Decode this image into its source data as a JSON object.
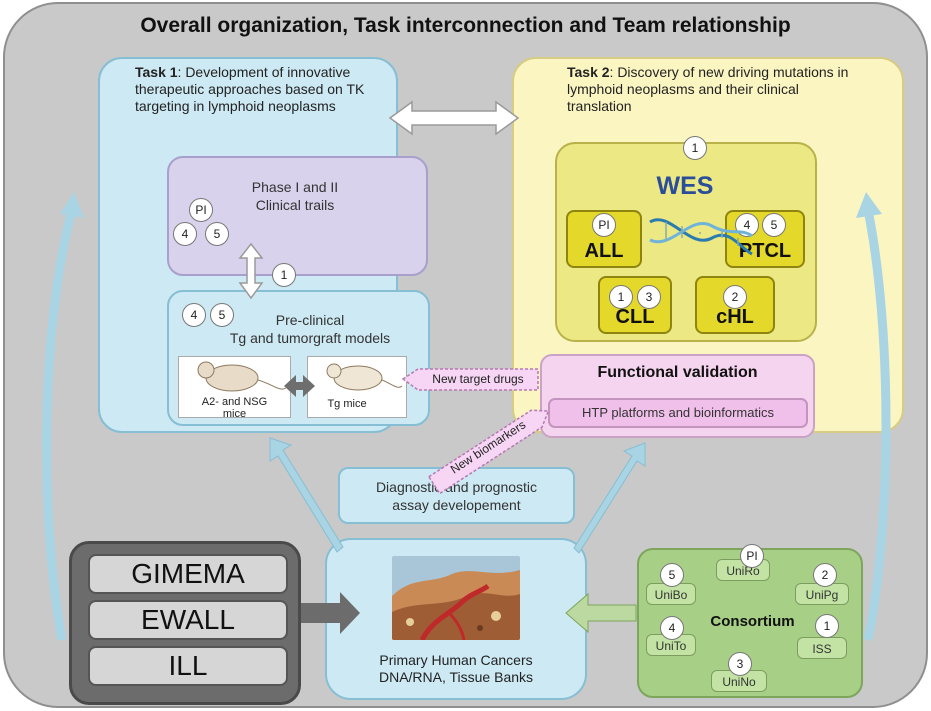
{
  "title": "Overall organization, Task interconnection and Team relationship",
  "task1": {
    "label": "Task 1",
    "text": ": Development of innovative therapeutic approaches based on TK targeting  in lymphoid neoplasms"
  },
  "task2": {
    "label": "Task 2",
    "text": ": Discovery of new driving mutations in lymphoid neoplasms and their clinical translation"
  },
  "phase": {
    "line1": "Phase I and II",
    "line2": "Clinical trails",
    "badges": [
      "PI",
      "4",
      "5"
    ]
  },
  "arrow_badge": "1",
  "preclinical": {
    "line1": "Pre-clinical",
    "line2": "Tg and tumorgraft models",
    "badges": [
      "4",
      "5"
    ],
    "mouse1_caption1": "A2- and NSG",
    "mouse1_caption2": "mice",
    "mouse2_caption": "Tg mice"
  },
  "tags": {
    "new_target_drugs": "New target drugs",
    "new_biomarkers": "New biomarkers"
  },
  "wes": {
    "title": "WES",
    "top_badge": "1",
    "groups": [
      {
        "label": "ALL",
        "badges": [
          "PI"
        ]
      },
      {
        "label": "PTCL",
        "badges": [
          "4",
          "5"
        ]
      },
      {
        "label": "CLL",
        "badges": [
          "1",
          "3"
        ]
      },
      {
        "label": "cHL",
        "badges": [
          "2"
        ]
      }
    ]
  },
  "functional": {
    "title": "Functional validation",
    "sub": "HTP platforms and bioinformatics"
  },
  "diagnostic": {
    "line1": "Diagnostic and prognostic",
    "line2": "assay developement"
  },
  "primary": {
    "line1": "Primary Human Cancers",
    "line2": "DNA/RNA,  Tissue  Banks"
  },
  "cooperative_groups": [
    "GIMEMA",
    "EWALL",
    "ILL"
  ],
  "consortium": {
    "title": "Consortium",
    "units": [
      {
        "name": "UniBo",
        "badge": "5"
      },
      {
        "name": "UniRo",
        "badge": "PI"
      },
      {
        "name": "UniPg",
        "badge": "2"
      },
      {
        "name": "UniTo",
        "badge": "4"
      },
      {
        "name": "ISS",
        "badge": "1"
      },
      {
        "name": "UniNo",
        "badge": "3"
      }
    ]
  },
  "colors": {
    "task1_fill": "#cde9f3",
    "task2_fill": "#fbf5c2",
    "phase_fill": "#d8d2ec",
    "wes_fill": "#ece884",
    "functional_fill": "#f5d4ef",
    "consortium_fill": "#a8cf86",
    "wes_title": "#2a4e9a"
  }
}
